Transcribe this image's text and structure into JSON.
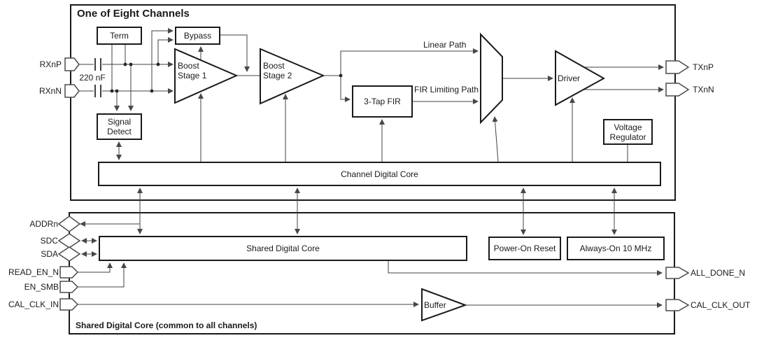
{
  "diagram": {
    "channel": {
      "title": "One of Eight Channels",
      "blocks": {
        "term": "Term",
        "bypass": "Bypass",
        "signal_detect": "Signal Detect",
        "boost1": "Boost Stage 1",
        "boost2": "Boost Stage 2",
        "fir": "3-Tap FIR",
        "driver": "Driver",
        "voltage_regulator": "Voltage Regulator",
        "digital_core": "Channel Digital Core"
      },
      "labels": {
        "cap_value": "220 nF",
        "linear_path": "Linear Path",
        "fir_limiting_path": "FIR Limiting Path"
      },
      "pins": {
        "rxp": "RXnP",
        "rxn": "RXnN",
        "txp": "TXnP",
        "txn": "TXnN"
      }
    },
    "shared": {
      "caption": "Shared Digital Core (common to all channels)",
      "blocks": {
        "digital_core": "Shared Digital Core",
        "power_on_reset": "Power-On Reset",
        "always_on": "Always-On 10 MHz",
        "buffer": "Buffer"
      },
      "pins": {
        "addr": "ADDRn",
        "sdc": "SDC",
        "sda": "SDA",
        "read_en": "READ_EN_N",
        "en_smb": "EN_SMB",
        "cal_clk_in": "CAL_CLK_IN",
        "all_done": "ALL_DONE_N",
        "cal_clk_out": "CAL_CLK_OUT"
      }
    },
    "colors": {
      "wire": "#404040",
      "border": "#1a1a1a",
      "background": "#ffffff"
    }
  }
}
